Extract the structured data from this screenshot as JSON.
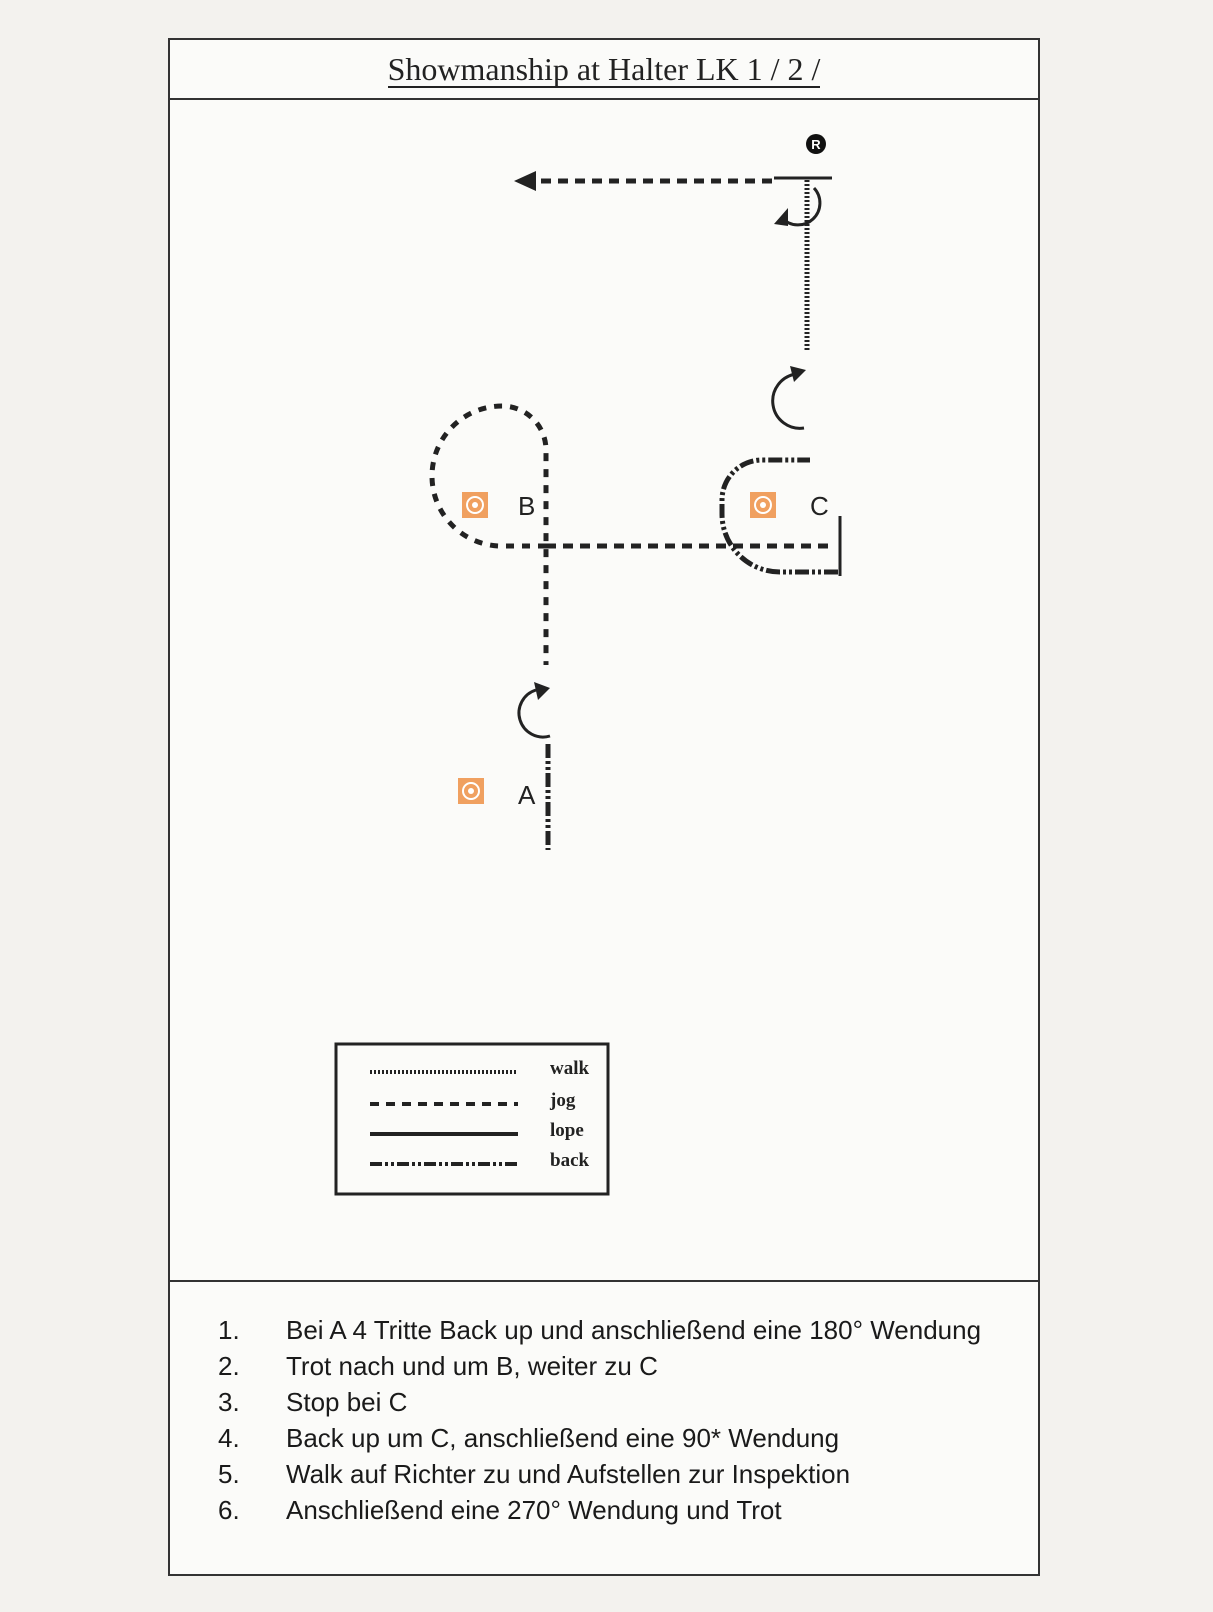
{
  "title": "Showmanship at Halter LK 1 / 2 /",
  "judge_marker": "R",
  "markers": [
    {
      "label": "A"
    },
    {
      "label": "B"
    },
    {
      "label": "C"
    }
  ],
  "legend": [
    {
      "label": "walk",
      "style": "walk"
    },
    {
      "label": "jog",
      "style": "jog"
    },
    {
      "label": "lope",
      "style": "lope"
    },
    {
      "label": "back",
      "style": "back"
    }
  ],
  "instructions": [
    {
      "num": "1.",
      "text": "Bei A 4 Tritte Back up und anschließend eine 180° Wendung"
    },
    {
      "num": "2.",
      "text": "Trot nach und um B, weiter zu C"
    },
    {
      "num": "3.",
      "text": "Stop bei C"
    },
    {
      "num": "4.",
      "text": "Back up um C, anschließend eine 90* Wendung"
    },
    {
      "num": "5.",
      "text": "Walk auf Richter zu und Aufstellen zur Inspektion"
    },
    {
      "num": "6.",
      "text": "Anschließend eine 270° Wendung und Trot"
    }
  ],
  "colors": {
    "cone_orange": "#f0a060",
    "line": "#222222"
  }
}
